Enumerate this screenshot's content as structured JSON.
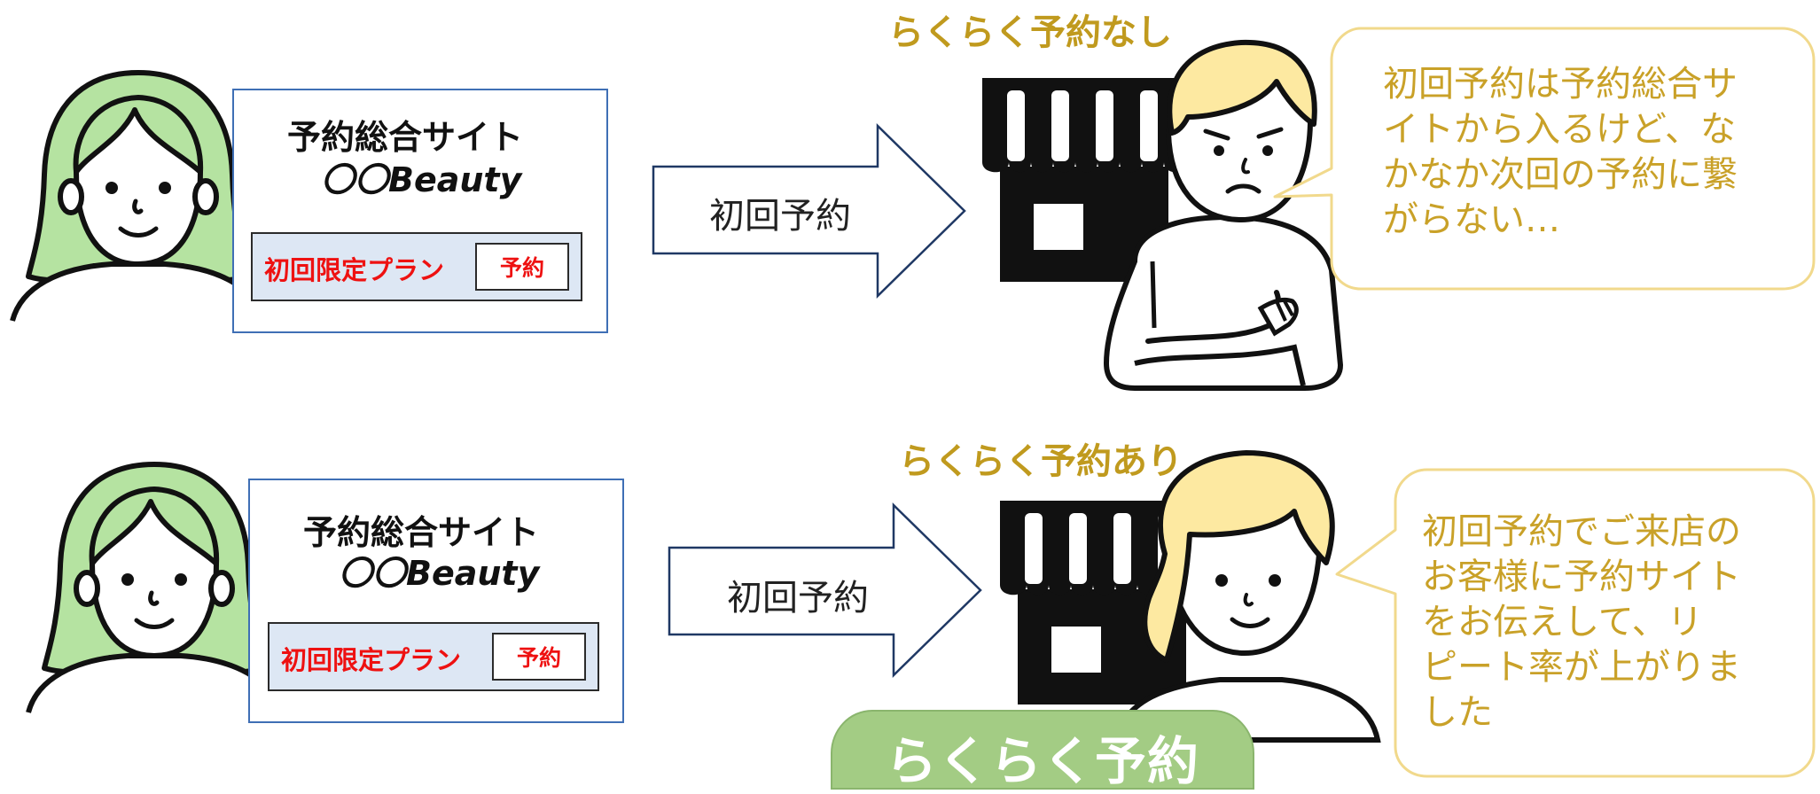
{
  "colors": {
    "hair_green": "#b5e3a1",
    "hair_yellow": "#fde9a1",
    "title_gold": "#c09a1e",
    "bubble_text": "#c9a128",
    "bubble_border": "#f1d98c",
    "box_border": "#3f6fb5",
    "plan_bg": "#dde7f4",
    "plan_red": "#ee1111",
    "pill_green": "#a3cc84"
  },
  "icons": [
    "woman-green-hair-icon",
    "storefront-icon",
    "staff-confused-icon",
    "staff-smiling-icon"
  ],
  "top_row": {
    "title": "らくらく予約なし",
    "site": {
      "name": "予約総合サイト",
      "brand": "〇〇Beauty",
      "plan_label": "初回限定プラン",
      "reserve_label": "予約"
    },
    "arrow_label": "初回予約",
    "bubble_lines": [
      "初回予約は予約総合サ",
      "イトから入るけど、な",
      "かなか次回の予約に繋",
      "がらない…"
    ]
  },
  "bottom_row": {
    "title": "らくらく予約あり",
    "site": {
      "name": "予約総合サイト",
      "brand": "〇〇Beauty",
      "plan_label": "初回限定プラン",
      "reserve_label": "予約"
    },
    "arrow_label": "初回予約",
    "bubble_lines": [
      "初回予約でご来店の",
      "お客様に予約サイト",
      "をお伝えして、リ",
      "ピート率が上がりま",
      "した"
    ],
    "pill_label": "らくらく予約"
  }
}
